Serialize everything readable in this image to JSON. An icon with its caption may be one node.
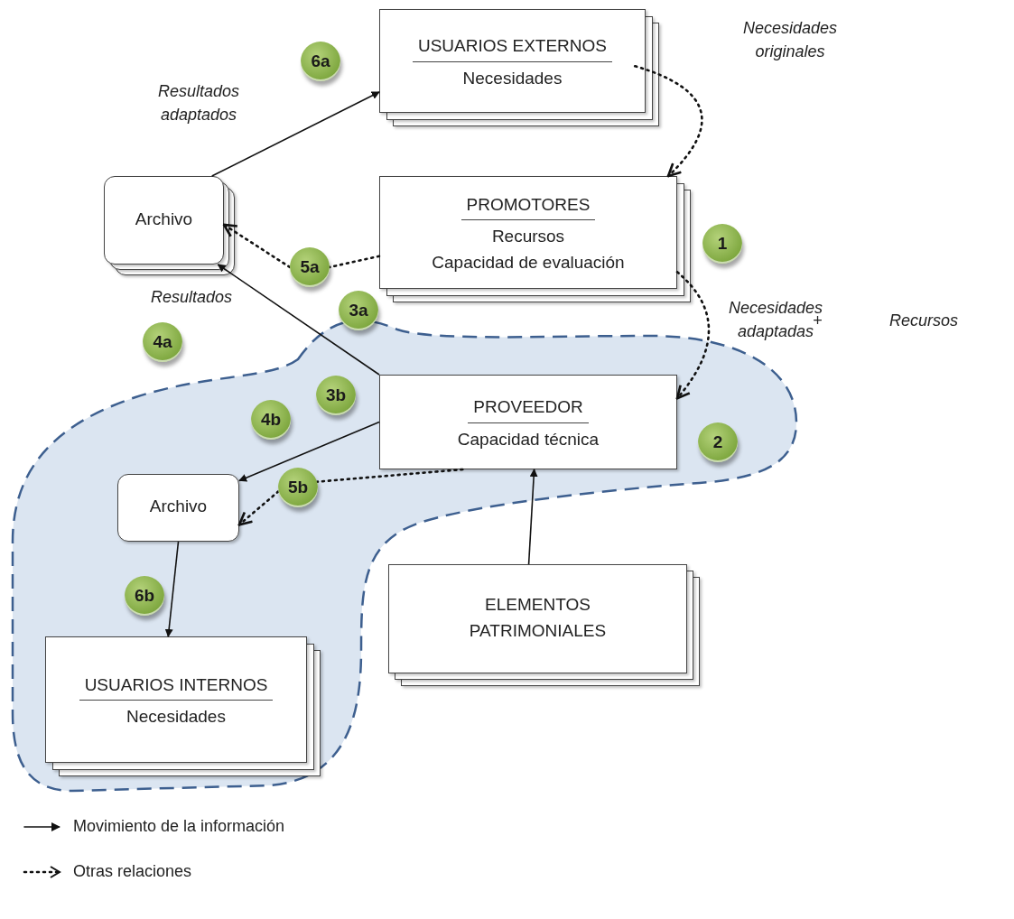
{
  "diagram": {
    "nodes": [
      {
        "text": [
          "USUARIOS EXTERNOS",
          "Necesidades"
        ]
      },
      {
        "text": [
          "6a"
        ]
      },
      {
        "text": [
          "Archivo"
        ]
      },
      {
        "text": [
          "5a"
        ]
      },
      {
        "text": [
          "PROMOTORES",
          "Recursos",
          "Capacidad de evaluación"
        ]
      },
      {
        "text": [
          "1"
        ]
      },
      {
        "text": [
          "4a"
        ]
      },
      {
        "text": [
          "3a"
        ]
      },
      {
        "text": [],
        "shape": "blob"
      },
      {
        "text": [
          "PROVEEDOR",
          "Capacidad técnica"
        ],
        "in": 8
      },
      {
        "text": [
          "3b"
        ],
        "in": 8
      },
      {
        "text": [
          "2"
        ],
        "in": 8
      },
      {
        "text": [
          "4b"
        ],
        "in": 8
      },
      {
        "text": [
          "Archivo"
        ],
        "in": 8
      },
      {
        "text": [
          "5b"
        ],
        "in": 8
      },
      {
        "text": [
          "6b"
        ],
        "in": 8
      },
      {
        "text": [
          "USUARIOS INTERNOS",
          "Necesidades"
        ],
        "in": 8
      },
      {
        "text": [
          "ELEMENTOS PATRIMONIALES"
        ]
      }
    ],
    "edges": [
      {
        "from": 2,
        "to": 0,
        "arrow": "to",
        "label": "Resultados adaptados"
      },
      {
        "from": 0,
        "to": 4,
        "arrow": "to",
        "style": "dashed",
        "label": "Necesidades originales"
      },
      {
        "from": 4,
        "to": 3,
        "arrow": "none",
        "style": "dashed"
      },
      {
        "from": 3,
        "to": 2,
        "arrow": "to",
        "style": "dashed"
      },
      {
        "from": 4,
        "to": 9,
        "arrow": "to",
        "style": "dashed",
        "label": "Necesidades adaptadas"
      },
      {
        "from": 9,
        "to": 2,
        "arrow": "to",
        "label": "Resultados"
      },
      {
        "from": 9,
        "to": 13,
        "arrow": "to"
      },
      {
        "from": 9,
        "to": 14,
        "arrow": "none",
        "style": "dashed"
      },
      {
        "from": 14,
        "to": 13,
        "arrow": "to",
        "style": "dashed"
      },
      {
        "from": 13,
        "to": 16,
        "arrow": "to"
      },
      {
        "from": 17,
        "to": 9,
        "arrow": "to"
      }
    ],
    "labels": [
      "+",
      "Recursos"
    ],
    "legend": [
      {
        "text": "Movimiento de la información"
      },
      {
        "text": "Otras relaciones"
      }
    ]
  }
}
